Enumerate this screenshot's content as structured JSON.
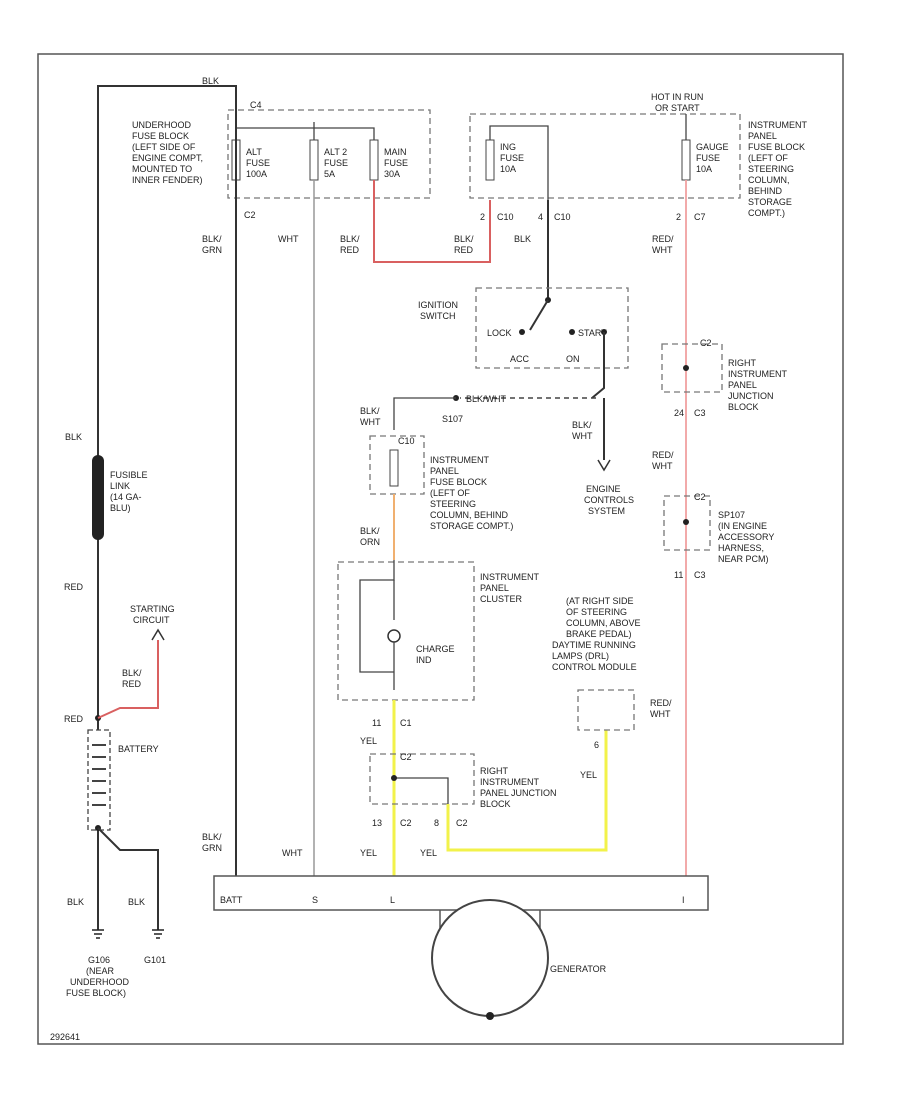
{
  "diagram": {
    "underhood_fuse_block": {
      "lines": [
        "UNDERHOOD",
        "FUSE BLOCK",
        "(LEFT SIDE OF",
        "ENGINE COMPT,",
        "MOUNTED TO",
        "INNER FENDER)"
      ],
      "fuses": [
        {
          "name": "ALT",
          "lines": [
            "ALT",
            "FUSE",
            "100A"
          ]
        },
        {
          "name": "ALT2",
          "lines": [
            "ALT 2",
            "FUSE",
            "5A"
          ]
        },
        {
          "name": "MAIN",
          "lines": [
            "MAIN",
            "FUSE",
            "30A"
          ]
        }
      ],
      "connector_top": "C4",
      "connector_bottom": "C2"
    },
    "ip_fuse_block": {
      "lines": [
        "INSTRUMENT",
        "PANEL",
        "FUSE BLOCK",
        "(LEFT OF",
        "STEERING",
        "COLUMN,",
        "BEHIND",
        "STORAGE",
        "COMPT.)"
      ],
      "hot_label": [
        "HOT IN RUN",
        "OR START"
      ],
      "fuses": [
        {
          "name": "ING",
          "lines": [
            "ING",
            "FUSE",
            "10A"
          ]
        },
        {
          "name": "GAUGE",
          "lines": [
            "GAUGE",
            "FUSE",
            "10A"
          ]
        }
      ],
      "connectors": [
        "2",
        "C10",
        "4",
        "C10",
        "2",
        "C7"
      ]
    },
    "top_label": "BLK",
    "wire_labels": {
      "blk_grn_top": [
        "BLK/",
        "GRN"
      ],
      "wht_top": "WHT",
      "blk_red_1": [
        "BLK/",
        "RED"
      ],
      "blk_red_2": [
        "BLK/",
        "RED"
      ],
      "blk_mid": "BLK",
      "red_wht_1": [
        "RED/",
        "WHT"
      ],
      "blk": "BLK",
      "fusible": [
        "FUSIBLE",
        "LINK",
        "(14 GA-",
        "BLU)"
      ],
      "red_1": "RED",
      "red_2": "RED",
      "blk_red_batt": [
        "BLK/",
        "RED"
      ],
      "blk_wht": [
        "BLK/",
        "WHT"
      ],
      "blk_wht_2": [
        "BLK/",
        "WHT"
      ],
      "s107": "S107",
      "blk_wht_label": "BLK/WHT",
      "red_wht_2": [
        "RED/",
        "WHT"
      ],
      "blk_orn": [
        "BLK/",
        "ORN"
      ],
      "yel_1": "YEL",
      "yel_2": "YEL",
      "yel_3": "YEL",
      "yel_4": "YEL",
      "red_wht_3": [
        "RED/",
        "WHT"
      ],
      "blk_grn_bottom": [
        "BLK/",
        "GRN"
      ],
      "wht_bottom": "WHT",
      "blk_g1": "BLK",
      "blk_g2": "BLK"
    },
    "ignition_switch": {
      "title": [
        "IGNITION",
        "SWITCH"
      ],
      "positions": [
        "LOCK",
        "ACC",
        "ON",
        "START"
      ]
    },
    "engine_controls": [
      "ENGINE",
      "CONTROLS",
      "SYSTEM"
    ],
    "right_ip_junction_top": {
      "lines": [
        "RIGHT",
        "INSTRUMENT",
        "PANEL",
        "JUNCTION",
        "BLOCK"
      ],
      "connectors": [
        "C2",
        "24",
        "C3"
      ]
    },
    "sp107": {
      "lines": [
        "SP107",
        "(IN ENGINE",
        "ACCESSORY",
        "HARNESS,",
        "NEAR PCM)"
      ],
      "connectors": [
        "C2",
        "11",
        "C3"
      ]
    },
    "left_ip_fuse_small": {
      "lines": [
        "INSTRUMENT",
        "PANEL",
        "FUSE BLOCK",
        "(LEFT OF",
        "STEERING",
        "COLUMN, BEHIND",
        "STORAGE COMPT.)"
      ],
      "connector": "C10"
    },
    "cluster": {
      "lines": [
        "INSTRUMENT",
        "PANEL",
        "CLUSTER"
      ],
      "bulb": [
        "CHARGE",
        "IND"
      ],
      "connectors": [
        "C1",
        "11"
      ]
    },
    "drl_note": [
      "(AT RIGHT SIDE",
      "OF STEERING",
      "COLUMN, ABOVE",
      "BRAKE PEDAL)",
      "DAYTIME RUNNING",
      "LAMPS (DRL)",
      "CONTROL MODULE"
    ],
    "drl_pin": "6",
    "right_ip_junction_bottom": {
      "lines": [
        "RIGHT",
        "INSTRUMENT",
        "PANEL JUNCTION",
        "BLOCK"
      ],
      "connectors": [
        "C2",
        "13",
        "C2",
        "8",
        "C2"
      ]
    },
    "starting_circuit": [
      "STARTING",
      "CIRCUIT"
    ],
    "battery": "BATTERY",
    "generator": {
      "label": "GENERATOR",
      "terminals": [
        "BATT",
        "S",
        "L",
        "I"
      ]
    },
    "grounds": {
      "g106": [
        "G106",
        "(NEAR",
        "UNDERHOOD",
        "FUSE BLOCK)"
      ],
      "g101": "G101"
    },
    "footer_code": "292641"
  },
  "colors": {
    "pink_wire": "#f0a0a0",
    "red_wire": "#d96060",
    "yellow_wire": "#f2f24a",
    "orange_wire": "#f0b070",
    "wire": "#333333"
  }
}
